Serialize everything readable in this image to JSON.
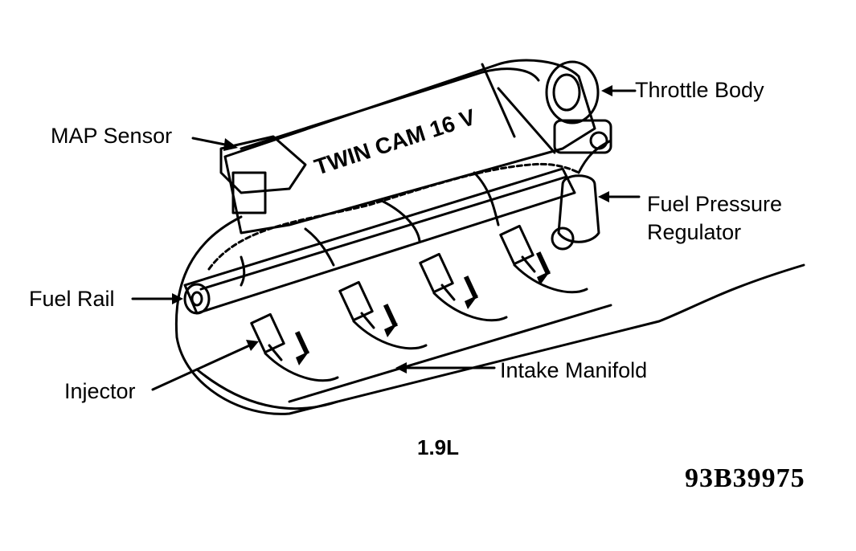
{
  "diagram": {
    "labels": {
      "throttle_body": "Throttle Body",
      "map_sensor": "MAP Sensor",
      "fuel_pressure_regulator_line1": "Fuel Pressure",
      "fuel_pressure_regulator_line2": "Regulator",
      "fuel_rail": "Fuel Rail",
      "injector": "Injector",
      "intake_manifold": "Intake Manifold"
    },
    "engine_cover_text": "TWIN CAM 16 V",
    "caption": "1.9L",
    "figure_code": "93B39975"
  }
}
